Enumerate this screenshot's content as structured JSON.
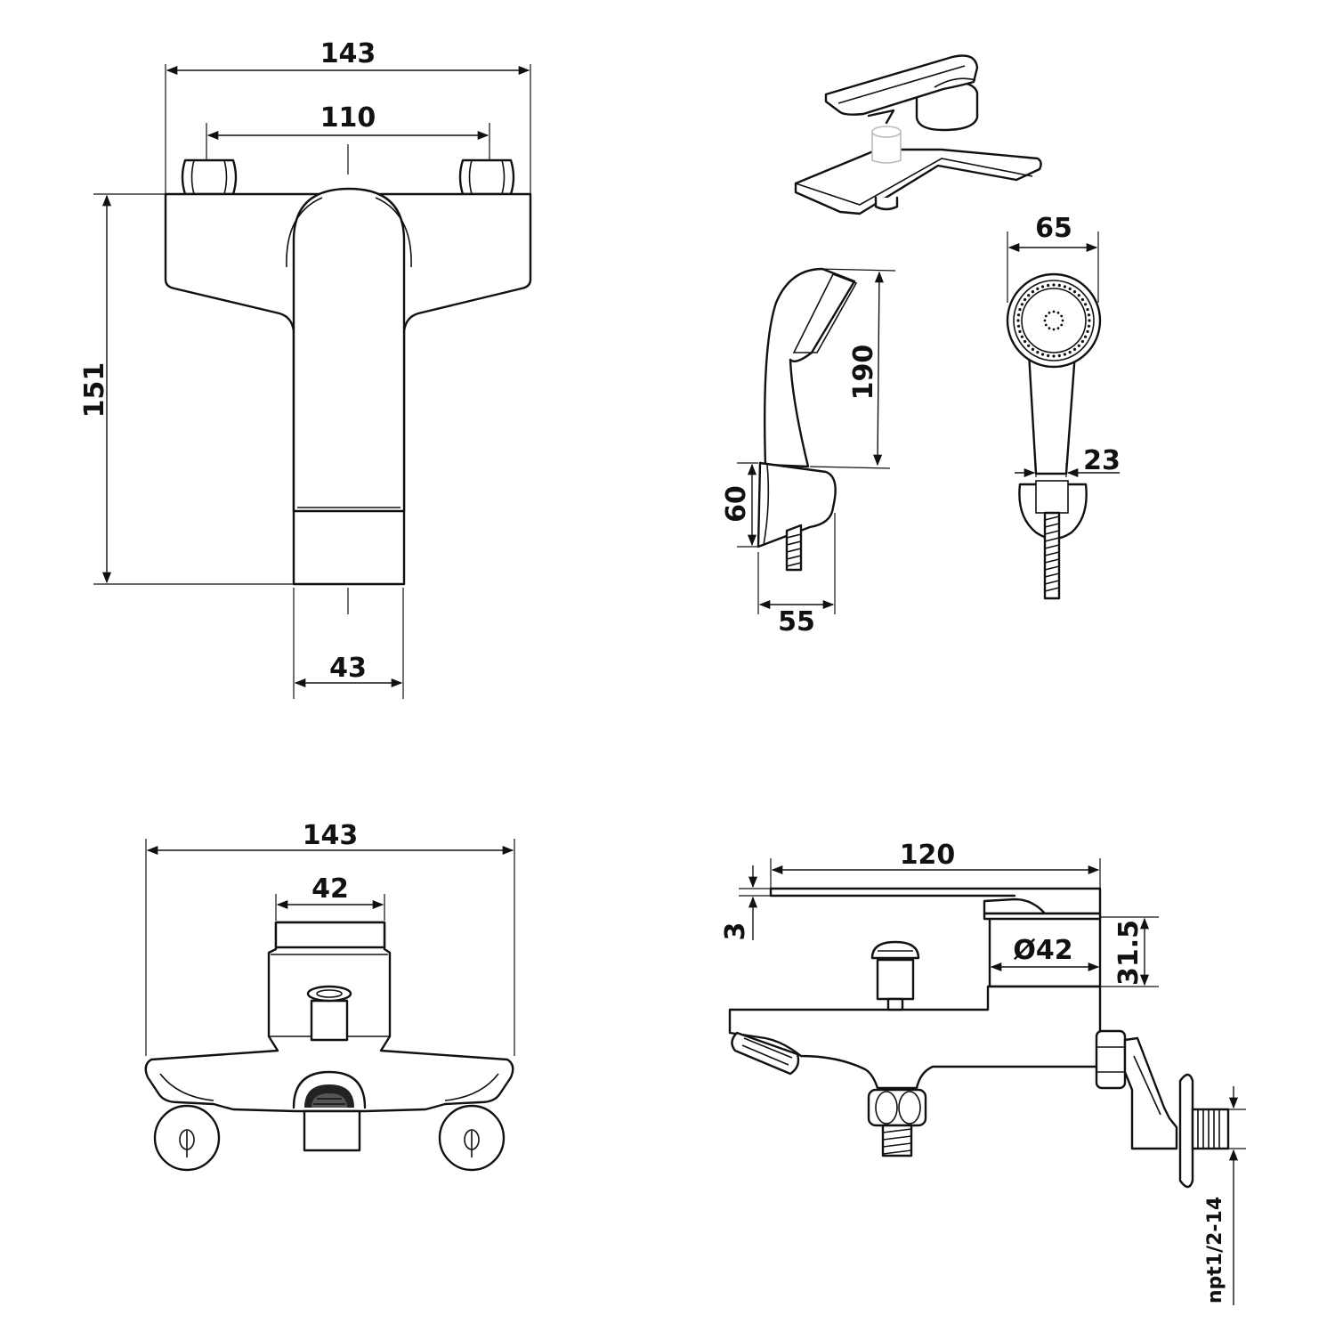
{
  "dimensions": {
    "front_total_width": "143",
    "front_inlet_spacing": "110",
    "front_height": "151",
    "front_spout_width": "43",
    "shower_head_length": "190",
    "holder_height": "60",
    "holder_depth": "55",
    "shower_head_diameter": "65",
    "holder_opening": "23",
    "top_total_width": "143",
    "top_body_diameter": "42",
    "side_spout_length": "120",
    "side_lever_thickness": "3",
    "side_body_diameter": "Ø42",
    "side_body_height": "31.5",
    "thread_spec": "npt1/2-14"
  }
}
